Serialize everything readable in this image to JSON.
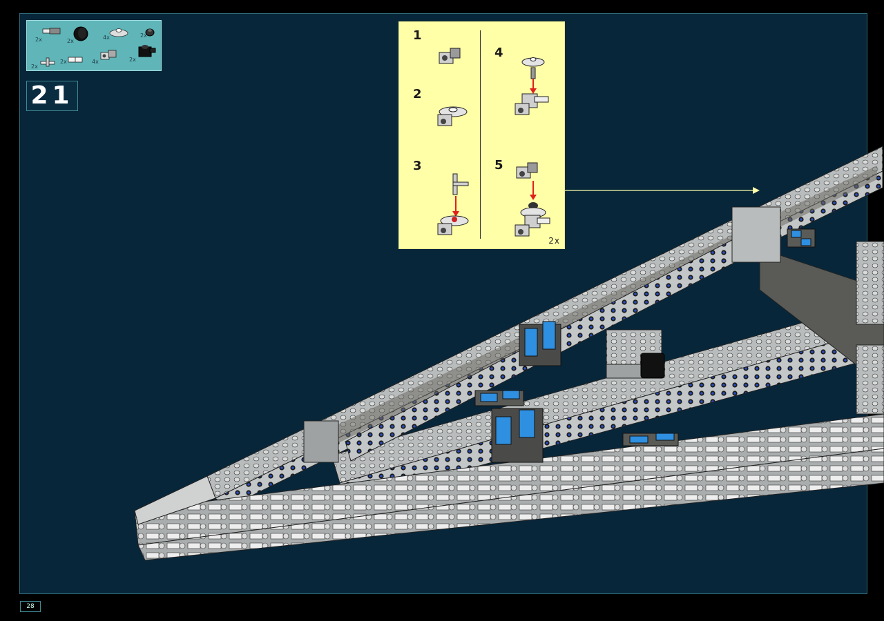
{
  "parts_list": [
    {
      "qty": "2x",
      "icon": "axle-pin-icon"
    },
    {
      "qty": "2x",
      "icon": "tire-icon"
    },
    {
      "qty": "4x",
      "icon": "dish-plate-icon"
    },
    {
      "qty": "2x",
      "icon": "round-brick-icon"
    },
    {
      "qty": "2x",
      "icon": "bar-holder-icon"
    },
    {
      "qty": "2x",
      "icon": "double-pin-icon"
    },
    {
      "qty": "4x",
      "icon": "pin-connector-icon"
    },
    {
      "qty": "2x",
      "icon": "black-bracket-icon"
    }
  ],
  "step": {
    "number": "21"
  },
  "substeps": [
    {
      "number": "1"
    },
    {
      "number": "2"
    },
    {
      "number": "3"
    },
    {
      "number": "4"
    },
    {
      "number": "5"
    }
  ],
  "multiplier": "2x",
  "page_number": "28",
  "colors": {
    "background": "#07263a",
    "parts_panel": "#5fb5b8",
    "substep_panel": "#ffffa8",
    "brick_gray": "#b8bcbc",
    "brick_dark": "#6e6c64",
    "brick_blue": "#2f8fe0",
    "arrow_red": "#e0201c",
    "callout_line": "#ffffa8"
  }
}
